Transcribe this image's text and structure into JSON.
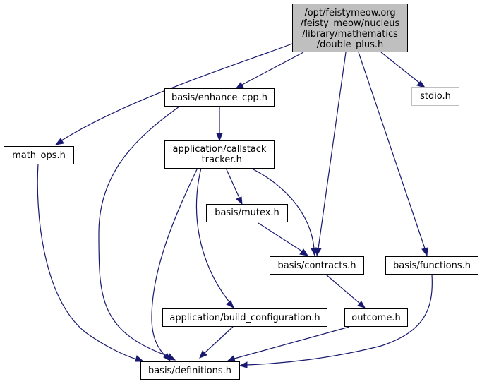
{
  "colors": {
    "edge": "#191970",
    "root_fill": "#bfbfbf",
    "node_fill": "#ffffff",
    "node_border": "#000000",
    "external_border": "#bfbfbf"
  },
  "nodes": {
    "root": {
      "lines": [
        "/opt/feistymeow.org",
        "/feisty_meow/nucleus",
        "/library/mathematics",
        "/double_plus.h"
      ]
    },
    "enhance_cpp": {
      "lines": [
        "basis/enhance_cpp.h"
      ]
    },
    "stdio": {
      "lines": [
        "stdio.h"
      ]
    },
    "math_ops": {
      "lines": [
        "math_ops.h"
      ]
    },
    "callstack_tracker": {
      "lines": [
        "application/callstack",
        "_tracker.h"
      ]
    },
    "mutex": {
      "lines": [
        "basis/mutex.h"
      ]
    },
    "contracts": {
      "lines": [
        "basis/contracts.h"
      ]
    },
    "functions": {
      "lines": [
        "basis/functions.h"
      ]
    },
    "build_configuration": {
      "lines": [
        "application/build_configuration.h"
      ]
    },
    "outcome": {
      "lines": [
        "outcome.h"
      ]
    },
    "definitions": {
      "lines": [
        "basis/definitions.h"
      ]
    }
  }
}
